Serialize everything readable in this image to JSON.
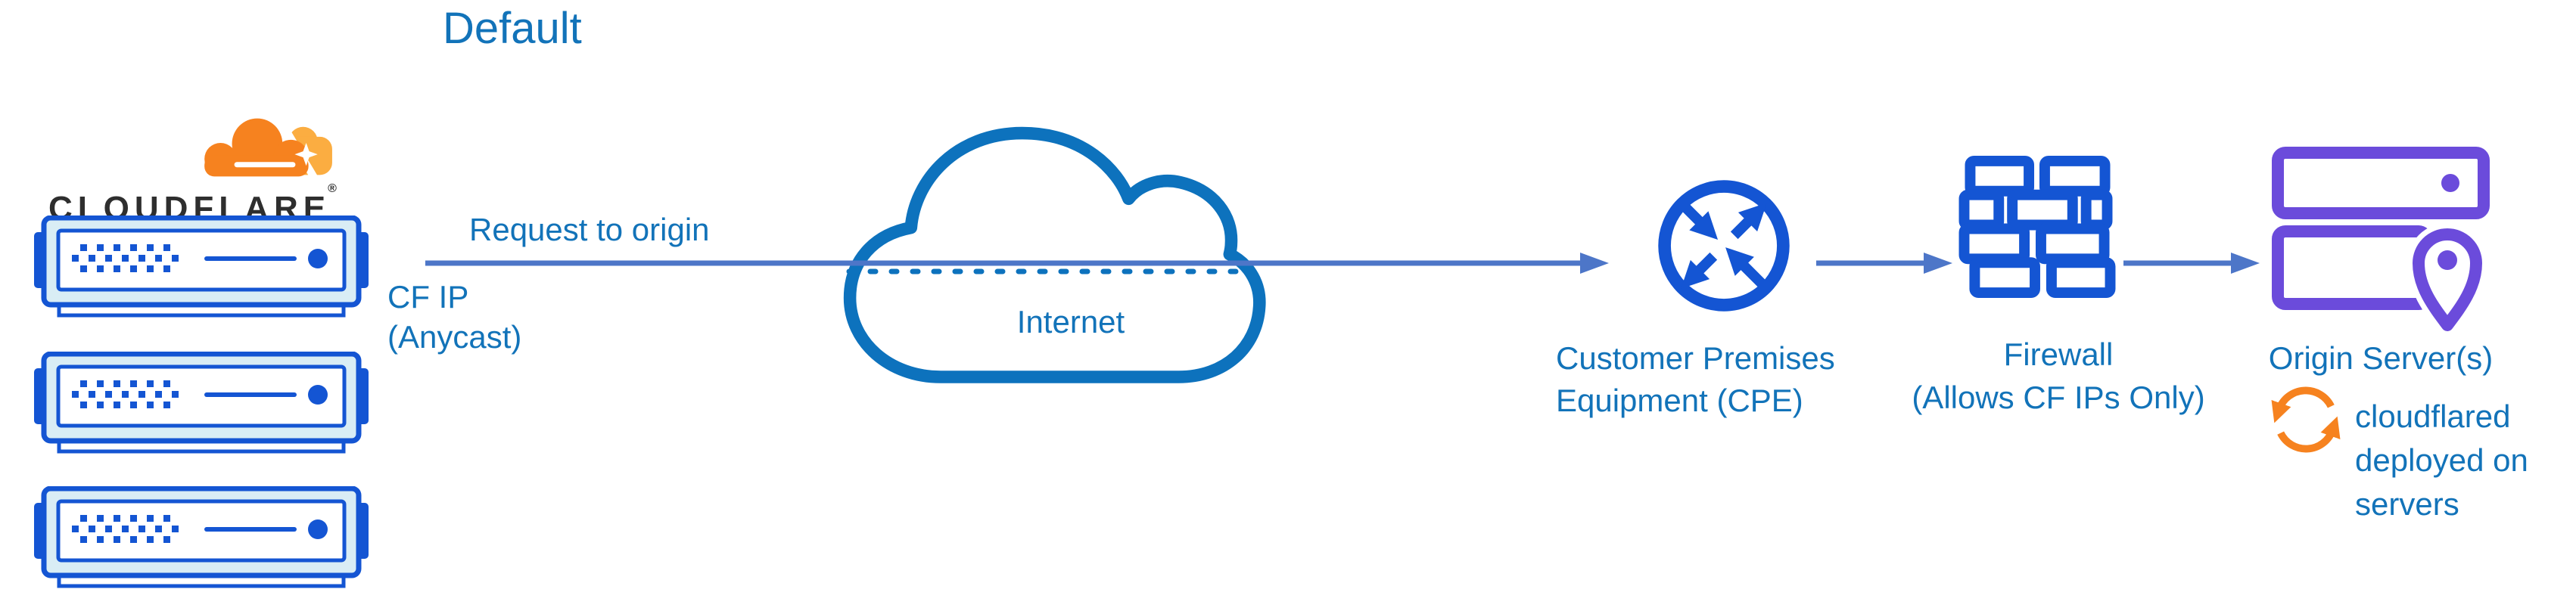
{
  "title": "Default",
  "brand": {
    "wordmark": "CLOUDFLARE",
    "registered_mark": "®"
  },
  "nodes": {
    "cloudflare_edge": {
      "server_count": 3,
      "label_line1": "CF IP",
      "label_line2": "(Anycast)"
    },
    "internet": {
      "label": "Internet"
    },
    "cpe": {
      "label_line1": "Customer Premises",
      "label_line2": "Equipment (CPE)"
    },
    "firewall": {
      "label_line1": "Firewall",
      "label_line2": "(Allows CF IPs Only)"
    },
    "origin": {
      "label": "Origin Server(s)",
      "note_line1": "cloudflared",
      "note_line2": "deployed on",
      "note_line3": "servers"
    }
  },
  "edges": {
    "request_to_origin": {
      "label": "Request to origin"
    }
  },
  "colors": {
    "label_blue": "#1273b9",
    "icon_blue": "#0d72bd",
    "device_blue": "#1455d3",
    "arrow_blue": "#4d76c8",
    "panel_cyan": "#d9edf5",
    "orange": "#f6821f",
    "orange_light": "#fbad41",
    "purple": "#6b4bdb",
    "wordmark_gray": "#2e2e2e"
  }
}
